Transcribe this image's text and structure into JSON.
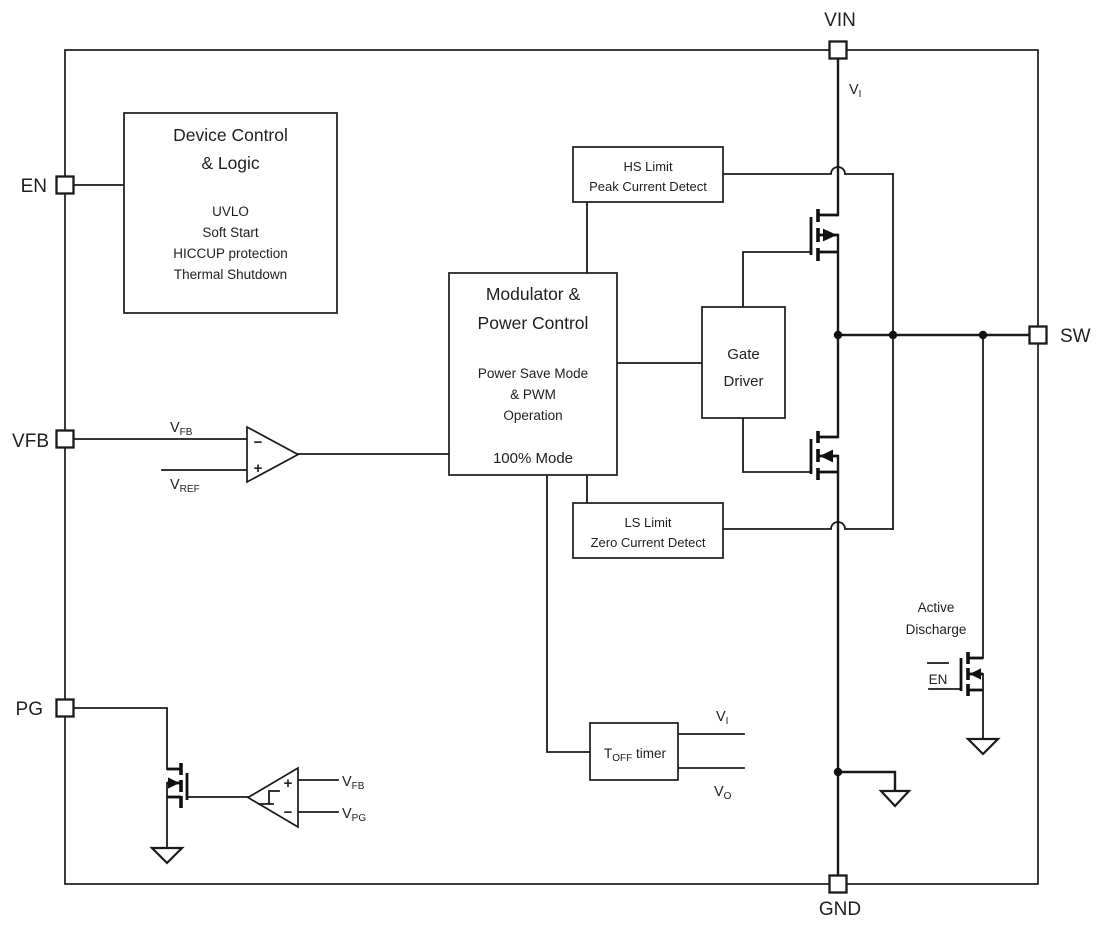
{
  "diagram": {
    "pins": {
      "vin": "VIN",
      "en": "EN",
      "vfb": "VFB",
      "pg": "PG",
      "sw": "SW",
      "gnd": "GND"
    },
    "blocks": {
      "device_control": {
        "title1": "Device Control",
        "title2": "& Logic",
        "items": [
          "UVLO",
          "Soft Start",
          "HICCUP protection",
          "Thermal Shutdown"
        ]
      },
      "modulator": {
        "title1": "Modulator &",
        "title2": "Power Control",
        "desc1": "Power Save Mode",
        "desc2": "& PWM",
        "desc3": "Operation",
        "mode": "100% Mode"
      },
      "gate_driver": {
        "line1": "Gate",
        "line2": "Driver"
      },
      "hs_limit": {
        "line1": "HS Limit",
        "line2": "Peak Current Detect"
      },
      "ls_limit": {
        "line1": "LS Limit",
        "line2": "Zero Current Detect"
      },
      "toff_timer": {
        "base": "T",
        "sub": "OFF",
        "rest": " timer"
      }
    },
    "signals": {
      "v_i": {
        "base": "V",
        "sub": "I"
      },
      "v_o": {
        "base": "V",
        "sub": "O"
      },
      "v_fb": {
        "base": "V",
        "sub": "FB"
      },
      "v_ref": {
        "base": "V",
        "sub": "REF"
      },
      "v_pg": {
        "base": "V",
        "sub": "PG"
      },
      "en_bar": "EN",
      "active_discharge1": "Active",
      "active_discharge2": "Discharge"
    },
    "comparator": {
      "plus": "+",
      "minus": "−"
    },
    "colors": {
      "line": "#1a1a1a",
      "background": "#ffffff"
    }
  }
}
